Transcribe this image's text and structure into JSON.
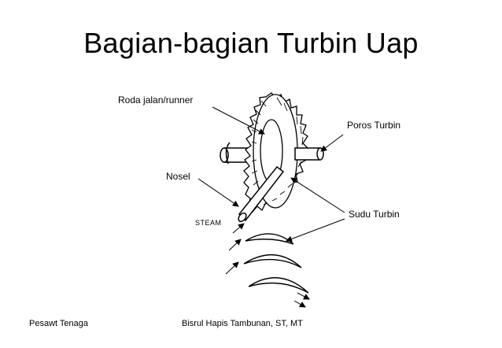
{
  "slide": {
    "title": "Bagian-bagian Turbin Uap"
  },
  "labels": {
    "runner": "Roda jalan/runner",
    "shaft": "Poros Turbin",
    "nozzle": "Nosel",
    "blades": "Sudu Turbin",
    "steam": "STEAM"
  },
  "footer": {
    "left": "Pesawt Tenaga",
    "center": "Bisrul Hapis Tambunan, ST, MT"
  }
}
